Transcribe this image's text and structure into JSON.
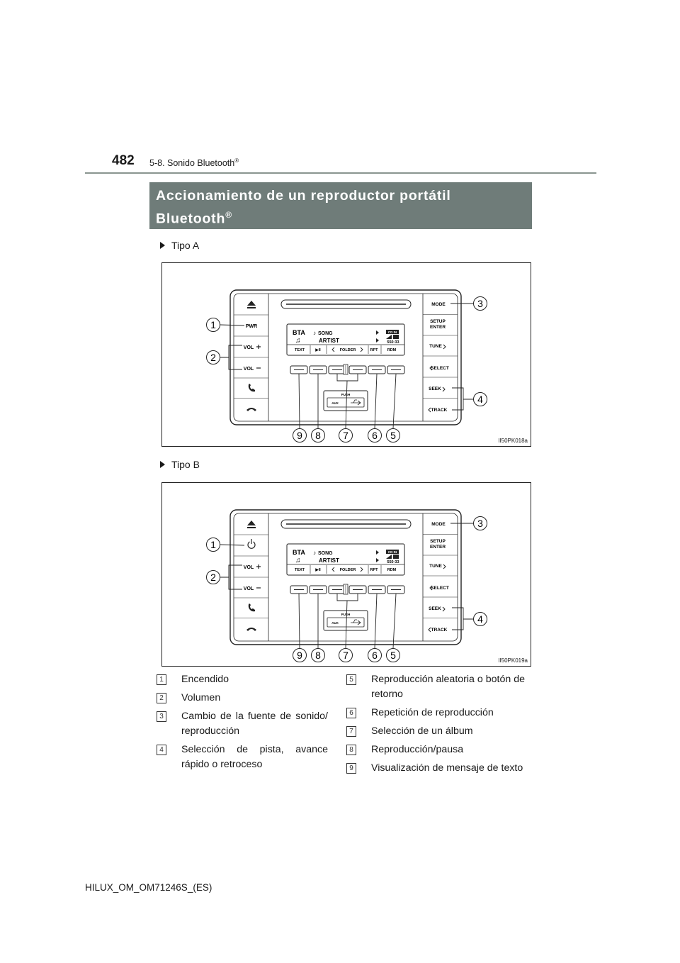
{
  "header": {
    "page_number": "482",
    "section": "5-8. Sonido Bluetooth",
    "section_mark": "®"
  },
  "title": {
    "text": "Accionamiento de un reproductor portátil Bluetooth",
    "mark": "®"
  },
  "figures": [
    {
      "label": "Tipo A",
      "code": "II50PK018a",
      "left_buttons": [
        "PWR",
        "VOL",
        "VOL"
      ],
      "power_icon": false
    },
    {
      "label": "Tipo B",
      "code": "II50PK019a",
      "left_buttons": [
        "",
        "VOL",
        "VOL"
      ],
      "power_icon": true
    }
  ],
  "radio": {
    "right_buttons": [
      "MODE",
      "SETUP",
      "ENTER",
      "TUNE",
      "SELECT",
      "SEEK",
      "TRACK"
    ],
    "display_top": [
      "BTA",
      "SONG",
      "ARTIST",
      "CD IN",
      "550·33"
    ],
    "display_bottom": [
      "TEXT",
      "▶II",
      "FOLDER",
      "RPT",
      "RDM"
    ],
    "aux": [
      "PUSH",
      "AUX"
    ],
    "callouts_left": [
      "1",
      "2"
    ],
    "callouts_right": [
      "3",
      "4"
    ],
    "callouts_bottom": [
      "9",
      "8",
      "7",
      "6",
      "5"
    ]
  },
  "legend_left": [
    {
      "num": "1",
      "text": "Encendido"
    },
    {
      "num": "2",
      "text": "Volumen"
    },
    {
      "num": "3",
      "text": "Cambio de la fuente de sonido/ reproducción"
    },
    {
      "num": "4",
      "text": "Selección de pista, avance rápido o retroceso"
    }
  ],
  "legend_right": [
    {
      "num": "5",
      "text": "Reproducción aleatoria o botón de retorno"
    },
    {
      "num": "6",
      "text": "Repetición de reproducción"
    },
    {
      "num": "7",
      "text": "Selección de un álbum"
    },
    {
      "num": "8",
      "text": "Reproducción/pausa"
    },
    {
      "num": "9",
      "text": "Visualización de mensaje de texto"
    }
  ],
  "footer": {
    "text": "HILUX_OM_OM71246S_(ES)"
  }
}
